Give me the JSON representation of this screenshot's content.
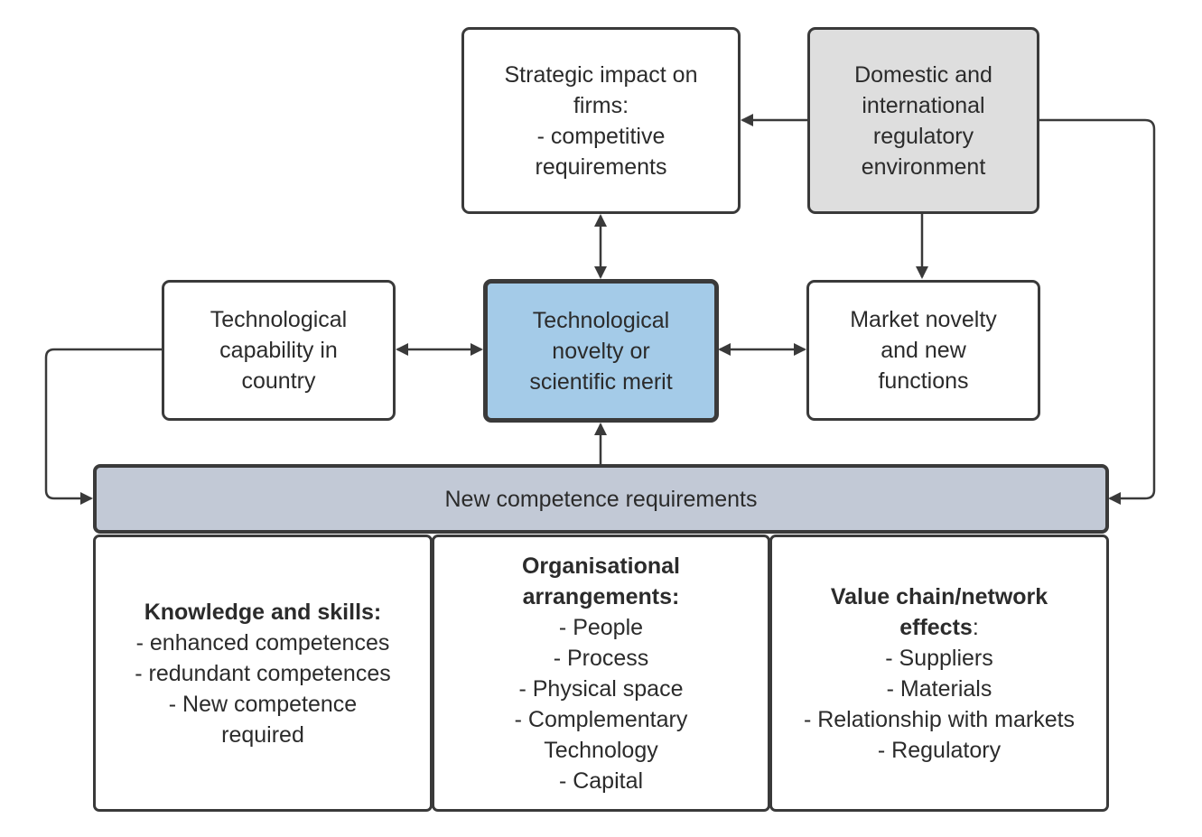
{
  "strategic": {
    "lines": [
      "Strategic impact on",
      "firms:",
      "- competitive",
      "requirements"
    ]
  },
  "regulatory": {
    "lines": [
      "Domestic and",
      "international",
      "regulatory",
      "environment"
    ]
  },
  "capability": {
    "lines": [
      "Technological",
      "capability in",
      "country"
    ]
  },
  "novelty": {
    "lines": [
      "Technological",
      "novelty or",
      "scientific merit"
    ]
  },
  "market": {
    "lines": [
      "Market novelty",
      "and new",
      "functions"
    ]
  },
  "competence_bar": {
    "label": "New competence requirements"
  },
  "knowledge": {
    "heading": "Knowledge and skills:",
    "items": [
      "- enhanced competences",
      "- redundant competences",
      "- New competence",
      "required"
    ]
  },
  "organisational": {
    "heading": [
      "Organisational",
      "arrangements:"
    ],
    "items": [
      "- People",
      "- Process",
      "- Physical space",
      "- Complementary",
      "Technology",
      "- Capital"
    ]
  },
  "valuechain": {
    "heading": "Value chain/network",
    "heading_bold": "effects",
    "heading_suffix": ":",
    "items": [
      "- Suppliers",
      "- Materials",
      "- Relationship with markets",
      "- Regulatory"
    ]
  },
  "colors": {
    "border": "#3a3a3a",
    "novelty_fill": "#a4cbe8",
    "regulatory_fill": "#dedede",
    "bar_fill": "#c2c9d6"
  }
}
